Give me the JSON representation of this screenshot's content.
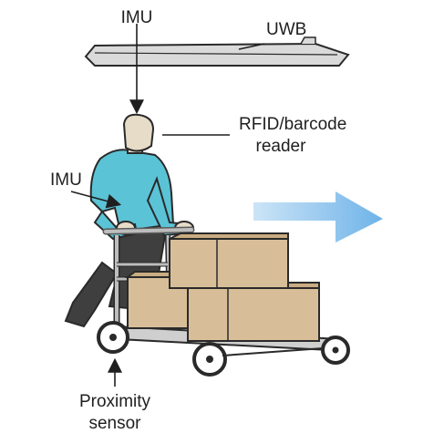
{
  "labels": {
    "imu_top": "IMU",
    "uwb": "UWB",
    "rfid_line1": "RFID/barcode",
    "rfid_line2": "reader",
    "imu_body": "IMU",
    "proximity_line1": "Proximity",
    "proximity_line2": "sensor"
  },
  "colors": {
    "shirt": "#5BC3D6",
    "skin": "#E6DCC8",
    "pants": "#3F3F3F",
    "box": "#D8BE98",
    "box_dark": "#C9AC82",
    "motion_arrow": "#6EB3E8",
    "beacon": "#DADADA",
    "outline": "#2A2A2A"
  },
  "icons": {
    "motion": "arrow-right-icon"
  }
}
